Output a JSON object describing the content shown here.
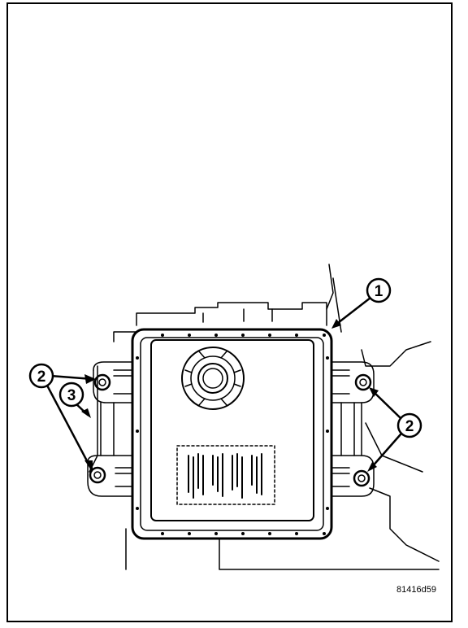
{
  "figure_id": "81416d59",
  "callouts": [
    {
      "label": "1"
    },
    {
      "label": "2"
    },
    {
      "label": "3"
    },
    {
      "label": "2"
    }
  ],
  "colors": {
    "line": "#000000",
    "background": "#ffffff"
  }
}
